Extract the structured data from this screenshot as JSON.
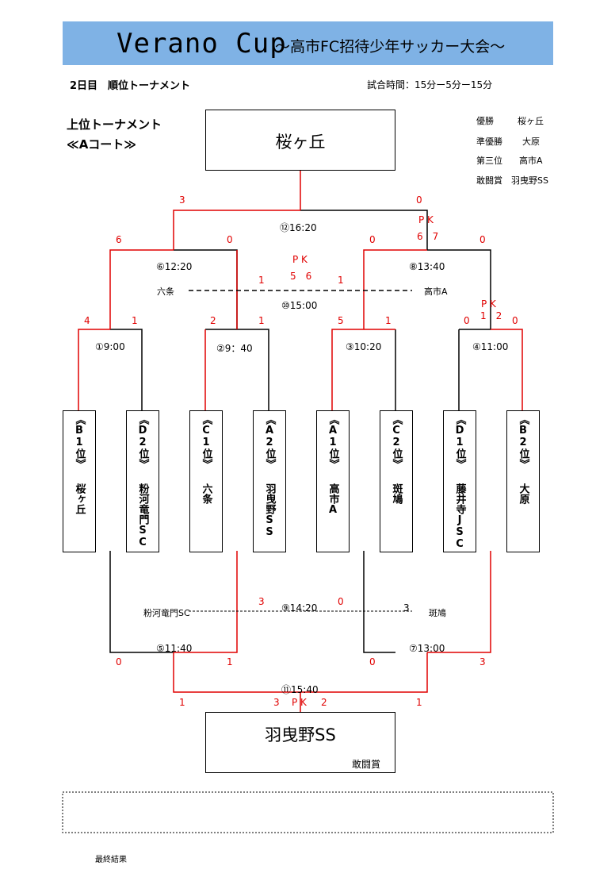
{
  "header": {
    "title": "Verano Cup",
    "subtitle": "～高市FC招待少年サッカー大会～"
  },
  "day_label": "2日目　順位トーナメント",
  "match_time": "試合時間：15分ー5分ー15分",
  "section_title": "上位トーナメント",
  "court": "≪Aコート≫",
  "results": [
    {
      "label": "優勝",
      "value": "桜ヶ丘"
    },
    {
      "label": "準優勝",
      "value": "大原"
    },
    {
      "label": "第三位",
      "value": "高市A"
    },
    {
      "label": "敢闘賞",
      "value": "羽曳野SS"
    }
  ],
  "champion": "桜ヶ丘",
  "fighting_spirit_team": "羽曳野SS",
  "fighting_spirit_label": "敢闘賞",
  "teams": [
    {
      "pos": "《B1位》",
      "name": "桜ヶ丘"
    },
    {
      "pos": "《D2位》",
      "name": "粉河竜門SC"
    },
    {
      "pos": "《C1位》",
      "name": "六条"
    },
    {
      "pos": "《A2位》",
      "name": "羽曳野SS"
    },
    {
      "pos": "《A1位》",
      "name": "高市A"
    },
    {
      "pos": "《C2位》",
      "name": "斑鳩"
    },
    {
      "pos": "《D1位》",
      "name": "藤井寺JSC"
    },
    {
      "pos": "《B2位》",
      "name": "大原"
    }
  ],
  "matches": {
    "m1": "①9:00",
    "m2": "②9：40",
    "m3": "③10:20",
    "m4": "④11:00",
    "m5": "⑤11:40",
    "m6": "⑥12:20",
    "m7": "⑦13:00",
    "m8": "⑧13:40",
    "m9": "⑨14:20",
    "m10": "⑩15:00",
    "m11": "⑪15:40",
    "m12": "⑫16:20"
  },
  "match10_teams": {
    "left": "六条",
    "right": "高市A"
  },
  "match9_teams": {
    "left": "粉河竜門SC",
    "right": "斑鳩"
  },
  "scores": {
    "m1": [
      "4",
      "1"
    ],
    "m2": [
      "2",
      "1"
    ],
    "m3": [
      "5",
      "1"
    ],
    "m4": [
      "0",
      "0"
    ],
    "m4_pk": [
      "P K",
      "1　2"
    ],
    "m6": [
      "6",
      "0"
    ],
    "m8": [
      "0",
      "0"
    ],
    "m8_pk": [
      "P K",
      "6　7"
    ],
    "m12": [
      "3",
      "0"
    ],
    "m10": [
      "1",
      "1"
    ],
    "m10_pk": [
      "P K",
      "5　6"
    ],
    "m9": [
      "3",
      "0"
    ],
    "m9_r": "3",
    "m5": [
      "0",
      "1"
    ],
    "m7": [
      "0",
      "3"
    ],
    "m11": [
      "1",
      "1"
    ],
    "m11_pk": [
      "3",
      "P K",
      "2"
    ]
  },
  "footer_note": "最終結果",
  "colors": {
    "header_bg": "#7fb2e5",
    "win_line": "#e00000",
    "line": "#000000"
  }
}
